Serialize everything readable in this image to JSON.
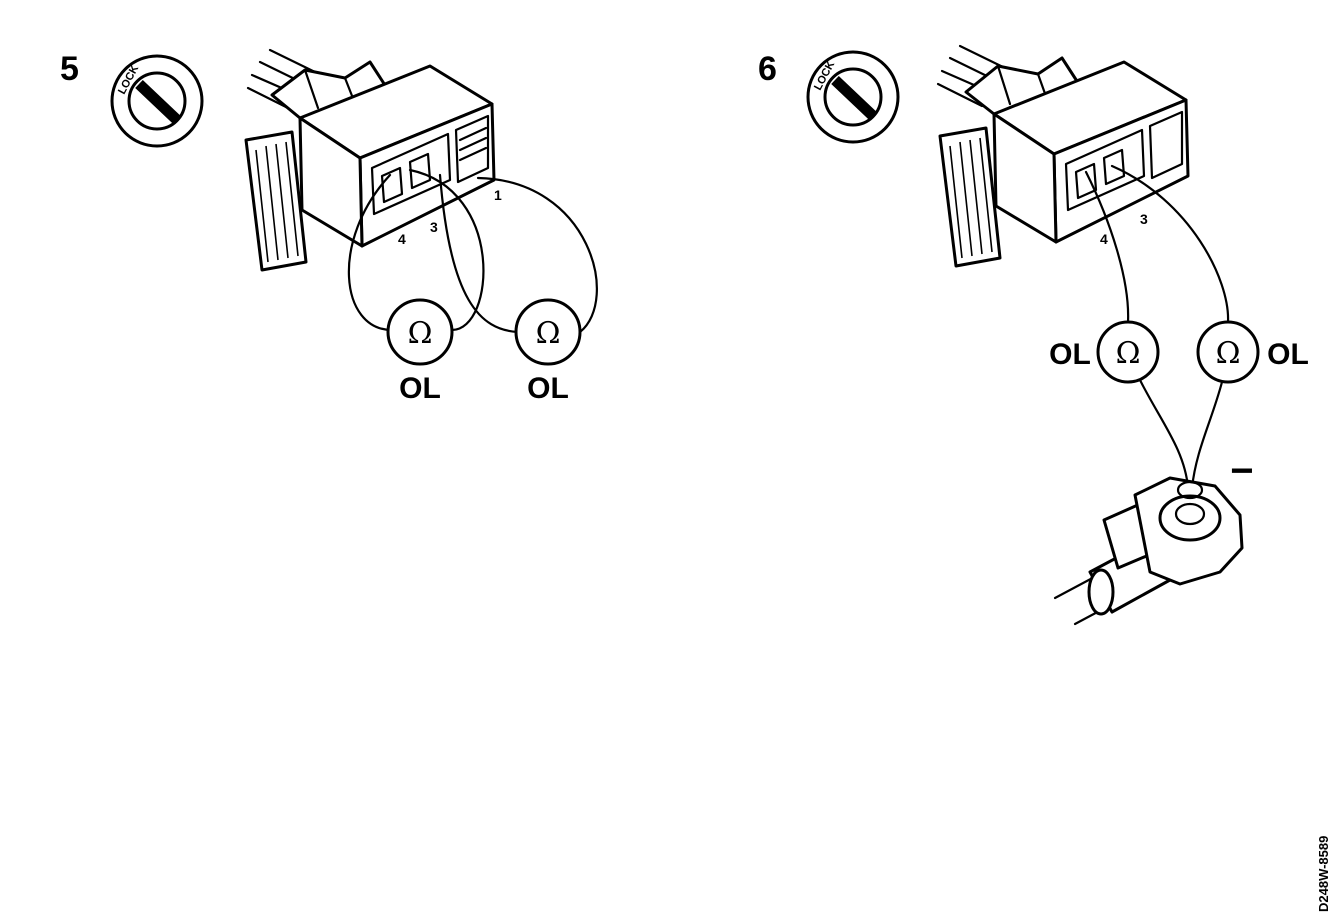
{
  "panels": [
    {
      "step": "5",
      "lock_label": "LOCK",
      "pins": [
        "4",
        "3",
        "1"
      ],
      "meters": [
        {
          "symbol": "Ω",
          "reading": "OL"
        },
        {
          "symbol": "Ω",
          "reading": "OL"
        }
      ]
    },
    {
      "step": "6",
      "lock_label": "LOCK",
      "pins": [
        "4",
        "3"
      ],
      "meters": [
        {
          "symbol": "Ω",
          "reading": "OL"
        },
        {
          "symbol": "Ω",
          "reading": "OL"
        }
      ],
      "polarity": "−"
    }
  ],
  "figure_code": "D248W-8589",
  "icons": [
    "ignition-lock-icon",
    "connector-icon",
    "ring-terminal-icon"
  ]
}
